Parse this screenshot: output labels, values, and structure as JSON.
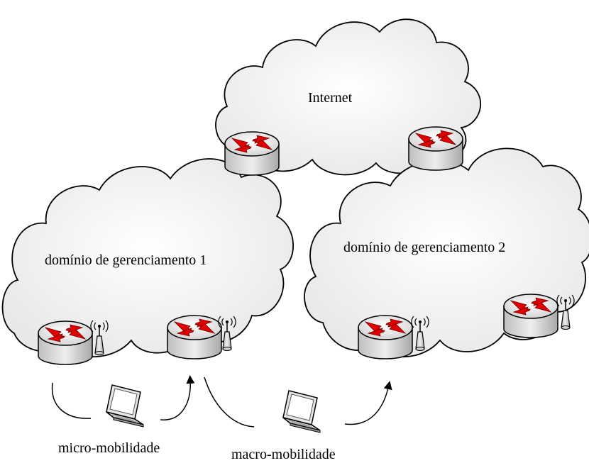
{
  "clouds": {
    "internet": "Internet",
    "domain_1": "domínio de gerenciamento 1",
    "domain_2": "domínio de gerenciamento 2"
  },
  "mobility": {
    "micro": "micro-mobilidade",
    "macro": "macro-mobilidade"
  },
  "colors": {
    "cloud_fill": "#f2f2f2",
    "cloud_stroke": "#000000",
    "router_body": "#d9d9d9",
    "router_top": "#f0f0f0",
    "router_arrows": "#e00000",
    "laptop": "#555555",
    "background": "#ffffff"
  },
  "icons": {
    "router": "router-icon",
    "antenna": "antenna-icon",
    "laptop": "laptop-icon",
    "cloud": "cloud-shape"
  }
}
